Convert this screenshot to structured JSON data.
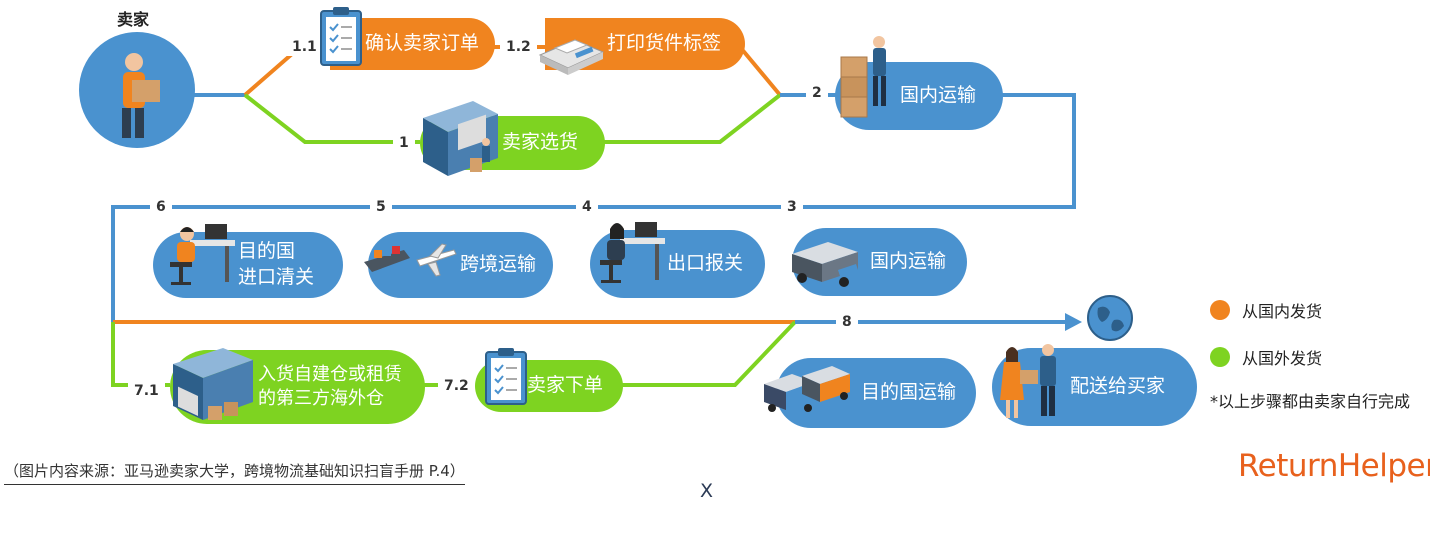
{
  "seller_label": "卖家",
  "steps": {
    "s1_1": {
      "num": "1.1",
      "label": "确认卖家订单"
    },
    "s1_2": {
      "num": "1.2",
      "label": "打印货件标签"
    },
    "s1": {
      "num": "1",
      "label": "卖家选货"
    },
    "s2": {
      "num": "2",
      "label": "国内运输"
    },
    "s3": {
      "num": "3",
      "label": "国内运输"
    },
    "s4": {
      "num": "4",
      "label": "出口报关"
    },
    "s5": {
      "num": "5",
      "label": "跨境运输"
    },
    "s6": {
      "num": "6",
      "label_line1": "目的国",
      "label_line2": "进口清关"
    },
    "s7_1": {
      "num": "7.1",
      "label_line1": "入货自建仓或租赁",
      "label_line2": "的第三方海外仓"
    },
    "s7_2": {
      "num": "7.2",
      "label": "卖家下单"
    },
    "s8": {
      "num": "8"
    },
    "dest": {
      "label": "目的国运输"
    },
    "deliver": {
      "label": "配送给买家"
    }
  },
  "legend": {
    "domestic": "从国内发货",
    "overseas": "从国外发货",
    "note": "*以上步骤都由卖家自行完成"
  },
  "colors": {
    "orange": "#f0841f",
    "green": "#7ed321",
    "blue": "#4a92cf"
  },
  "icons": [
    "person-carrying-box-icon",
    "clipboard-icon",
    "printer-icon",
    "warehouse-icon",
    "boxes-worker-icon",
    "truck-icon",
    "office-worker-icon",
    "cargo-ship-plane-icon",
    "globe-icon",
    "delivery-handover-icon"
  ],
  "source": "（图片内容来源：亚马逊卖家大学，跨境物流基础知识扫盲手册 P.4）",
  "x_mark": "X",
  "brand": "ReturnHelper"
}
